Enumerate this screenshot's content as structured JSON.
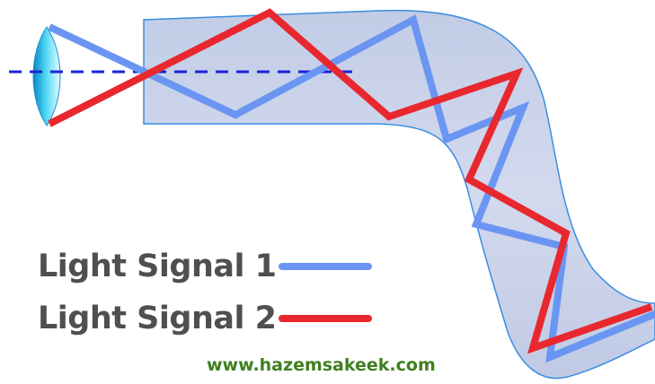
{
  "legend": {
    "items": [
      {
        "label": "Light Signal 1",
        "color": "#6a95f2",
        "icon": "blue-line-swatch"
      },
      {
        "label": "Light Signal 2",
        "color": "#e8282e",
        "icon": "red-line-swatch"
      }
    ]
  },
  "watermark": "www.hazemsakeek.com",
  "colors": {
    "fiber_fill": "#c9d2ea",
    "fiber_edge": "#3a8de0",
    "axis_line": "#1a22d8",
    "lens": "#2ac3ec"
  }
}
